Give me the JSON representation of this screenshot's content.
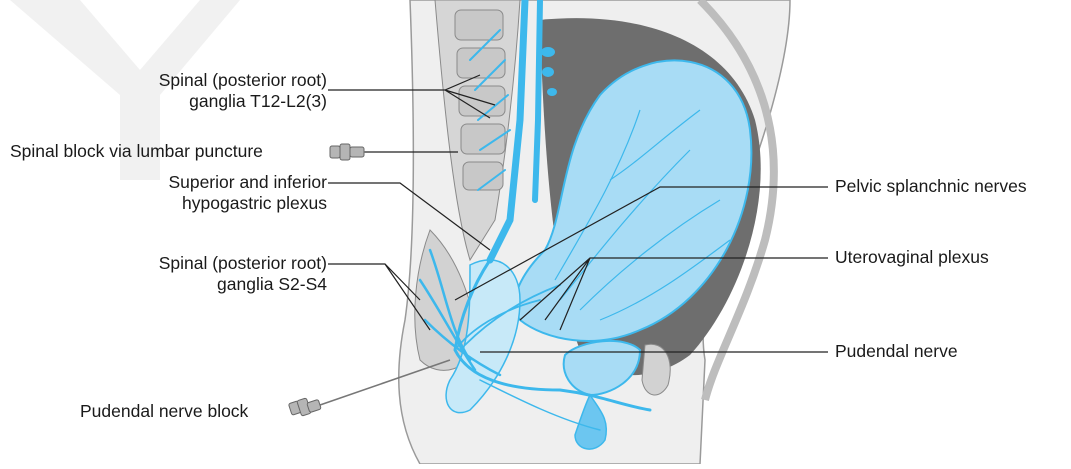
{
  "labels": {
    "spinal_t12": {
      "line1": "Spinal (posterior root)",
      "line2": "ganglia T12-L2(3)"
    },
    "spinal_block": "Spinal block via lumbar puncture",
    "hypogastric": {
      "line1": "Superior and inferior",
      "line2": "hypogastric plexus"
    },
    "spinal_s2": {
      "line1": "Spinal (posterior root)",
      "line2": "ganglia S2-S4"
    },
    "pudendal_block": "Pudendal nerve block",
    "pelvic_splanchnic": "Pelvic splanchnic nerves",
    "uterovaginal": "Uterovaginal plexus",
    "pudendal_nerve": "Pudendal nerve"
  },
  "colors": {
    "nerve": "#3db8ec",
    "uterus": "#a8dcf5",
    "bone": "#d9d9d9",
    "tissue": "#ececec",
    "cavity": "#7a7a7a",
    "leader": "#222222"
  },
  "watermark": "Y"
}
